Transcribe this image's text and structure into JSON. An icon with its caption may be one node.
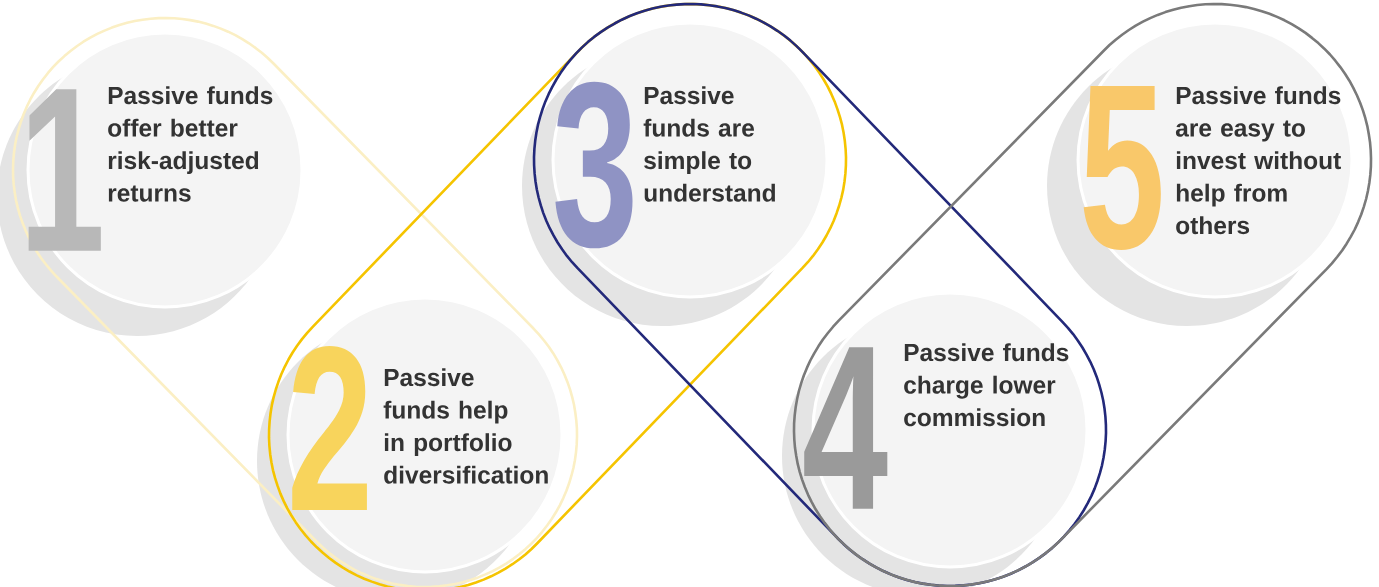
{
  "diagram": {
    "nodes": [
      {
        "text": [
          "1",
          "Passive funds offer better risk-adjusted returns"
        ]
      },
      {
        "text": [
          "2",
          "Passive funds help in portfolio diversification"
        ]
      },
      {
        "text": [
          "3",
          "Passive funds are simple to understand"
        ]
      },
      {
        "text": [
          "4",
          "Passive funds charge lower commission"
        ]
      },
      {
        "text": [
          "5",
          "Passive funds are easy to invest without help from others"
        ]
      }
    ]
  }
}
